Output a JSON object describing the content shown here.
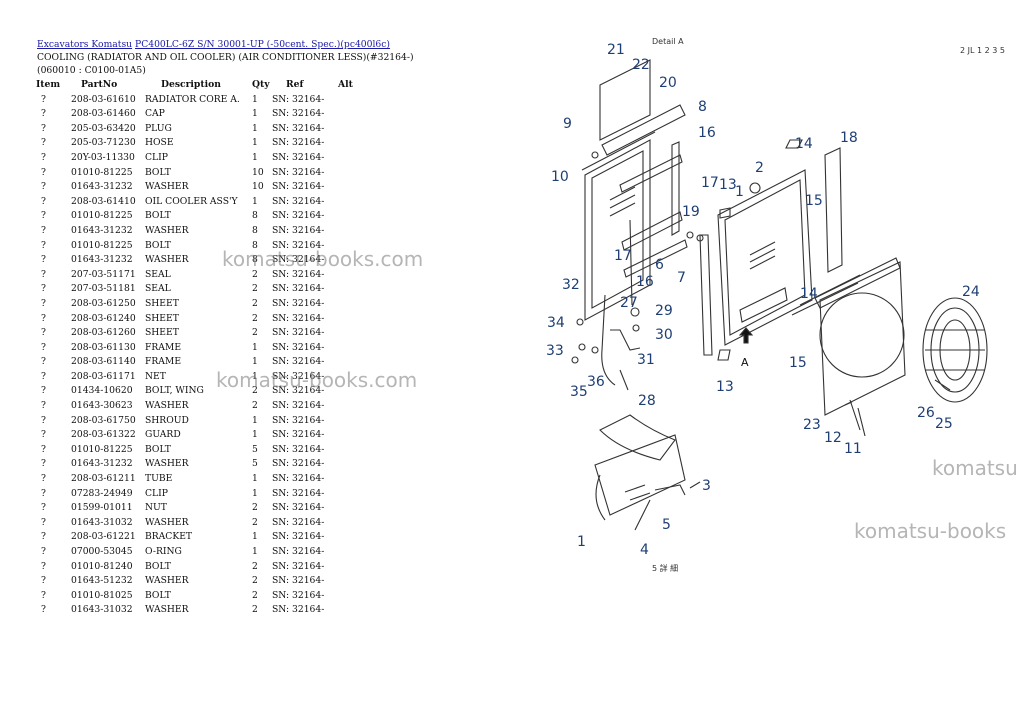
{
  "breadcrumb": {
    "link1": "Excavators Komatsu",
    "link2": "PC400LC-6Z S/N 30001-UP (-50cent. Spec.)(pc400l6c)"
  },
  "section_title": "COOLING (RADIATOR AND OIL COOLER) (AIR CONDITIONER LESS)(#32164-)(060010 : C0100-01A5)",
  "table": {
    "headers": [
      "Item",
      "PartNo",
      "Description",
      "Qty",
      "Ref",
      "Alt"
    ],
    "rows": [
      [
        "?",
        "208-03-61610",
        "RADIATOR CORE A.",
        "1",
        "SN: 32164-",
        ""
      ],
      [
        "?",
        "208-03-61460",
        "CAP",
        "1",
        "SN: 32164-",
        ""
      ],
      [
        "?",
        "205-03-63420",
        "PLUG",
        "1",
        "SN: 32164-",
        ""
      ],
      [
        "?",
        "205-03-71230",
        "HOSE",
        "1",
        "SN: 32164-",
        ""
      ],
      [
        "?",
        "20Y-03-11330",
        "CLIP",
        "1",
        "SN: 32164-",
        ""
      ],
      [
        "?",
        "01010-81225",
        "BOLT",
        "10",
        "SN: 32164-",
        ""
      ],
      [
        "?",
        "01643-31232",
        "WASHER",
        "10",
        "SN: 32164-",
        ""
      ],
      [
        "?",
        "208-03-61410",
        "OIL COOLER ASS'Y",
        "1",
        "SN: 32164-",
        ""
      ],
      [
        "?",
        "01010-81225",
        "BOLT",
        "8",
        "SN: 32164-",
        ""
      ],
      [
        "?",
        "01643-31232",
        "WASHER",
        "8",
        "SN: 32164-",
        ""
      ],
      [
        "?",
        "01010-81225",
        "BOLT",
        "8",
        "SN: 32164-",
        ""
      ],
      [
        "?",
        "01643-31232",
        "WASHER",
        "8",
        "SN: 32164-",
        ""
      ],
      [
        "?",
        "207-03-51171",
        "SEAL",
        "2",
        "SN: 32164-",
        ""
      ],
      [
        "?",
        "207-03-51181",
        "SEAL",
        "2",
        "SN: 32164-",
        ""
      ],
      [
        "?",
        "208-03-61250",
        "SHEET",
        "2",
        "SN: 32164-",
        ""
      ],
      [
        "?",
        "208-03-61240",
        "SHEET",
        "2",
        "SN: 32164-",
        ""
      ],
      [
        "?",
        "208-03-61260",
        "SHEET",
        "2",
        "SN: 32164-",
        ""
      ],
      [
        "?",
        "208-03-61130",
        "FRAME",
        "1",
        "SN: 32164-",
        ""
      ],
      [
        "?",
        "208-03-61140",
        "FRAME",
        "1",
        "SN: 32164-",
        ""
      ],
      [
        "?",
        "208-03-61171",
        "NET",
        "1",
        "SN: 32164-",
        ""
      ],
      [
        "?",
        "01434-10620",
        "BOLT, WING",
        "2",
        "SN: 32164-",
        ""
      ],
      [
        "?",
        "01643-30623",
        "WASHER",
        "2",
        "SN: 32164-",
        ""
      ],
      [
        "?",
        "208-03-61750",
        "SHROUD",
        "1",
        "SN: 32164-",
        ""
      ],
      [
        "?",
        "208-03-61322",
        "GUARD",
        "1",
        "SN: 32164-",
        ""
      ],
      [
        "?",
        "01010-81225",
        "BOLT",
        "5",
        "SN: 32164-",
        ""
      ],
      [
        "?",
        "01643-31232",
        "WASHER",
        "5",
        "SN: 32164-",
        ""
      ],
      [
        "?",
        "208-03-61211",
        "TUBE",
        "1",
        "SN: 32164-",
        ""
      ],
      [
        "?",
        "07283-24949",
        "CLIP",
        "1",
        "SN: 32164-",
        ""
      ],
      [
        "?",
        "01599-01011",
        "NUT",
        "2",
        "SN: 32164-",
        ""
      ],
      [
        "?",
        "01643-31032",
        "WASHER",
        "2",
        "SN: 32164-",
        ""
      ],
      [
        "?",
        "208-03-61221",
        "BRACKET",
        "1",
        "SN: 32164-",
        ""
      ],
      [
        "?",
        "07000-53045",
        "O-RING",
        "1",
        "SN: 32164-",
        ""
      ],
      [
        "?",
        "01010-81240",
        "BOLT",
        "2",
        "SN: 32164-",
        ""
      ],
      [
        "?",
        "01643-51232",
        "WASHER",
        "2",
        "SN: 32164-",
        ""
      ],
      [
        "?",
        "01010-81025",
        "BOLT",
        "2",
        "SN: 32164-",
        ""
      ],
      [
        "?",
        "01643-31032",
        "WASHER",
        "2",
        "SN: 32164-",
        ""
      ]
    ]
  },
  "watermarks": [
    "komatsu-books.com",
    "komatsu-books.com",
    "komatsu",
    "komatsu-books"
  ],
  "diagram": {
    "detail_label": "Detail A",
    "corner_code": "2 JL 1 2 3 5",
    "arrow_label": "A",
    "bottom_code": "5 詳 細",
    "callouts": [
      "21",
      "22",
      "20",
      "8",
      "16",
      "9",
      "10",
      "17",
      "14",
      "18",
      "2",
      "13",
      "1",
      "15",
      "19",
      "6",
      "7",
      "16",
      "17",
      "32",
      "27",
      "29",
      "34",
      "30",
      "33",
      "31",
      "36",
      "35",
      "28",
      "14",
      "13",
      "15",
      "24",
      "23",
      "12",
      "11",
      "26",
      "25",
      "3",
      "5",
      "1",
      "4"
    ]
  }
}
